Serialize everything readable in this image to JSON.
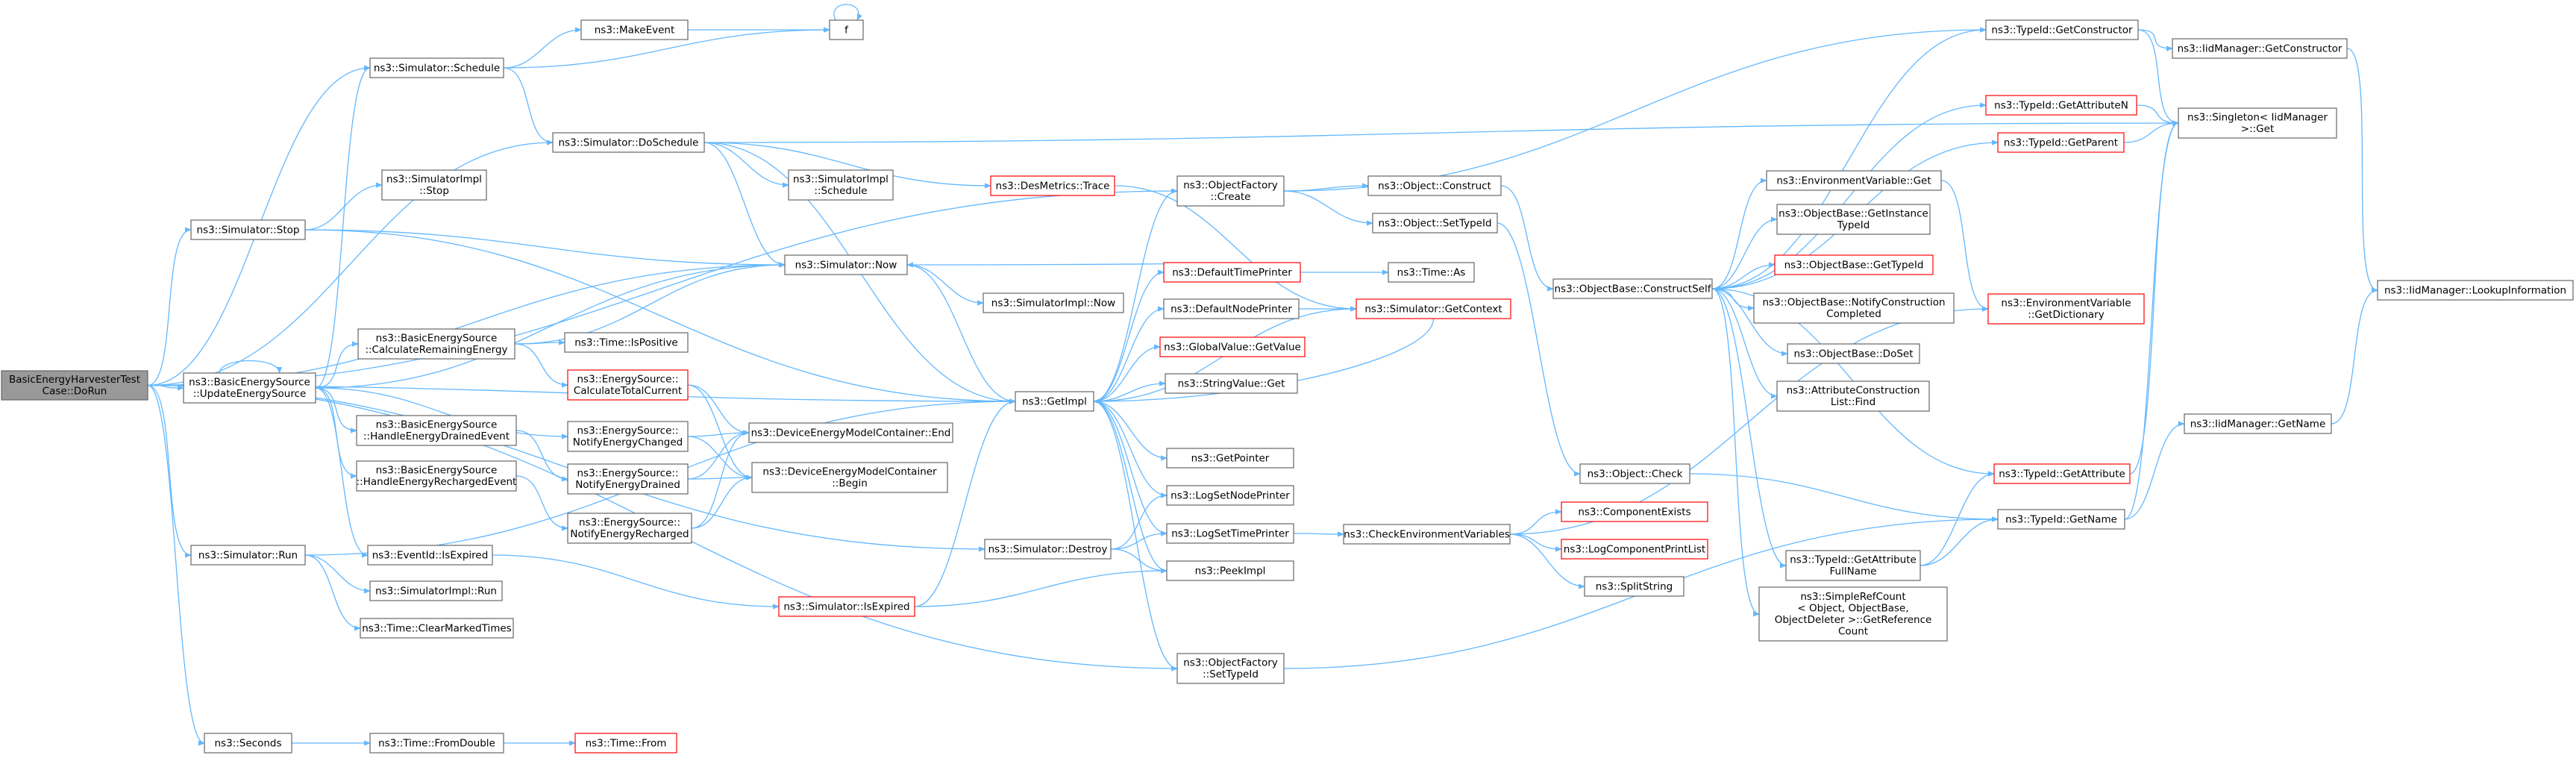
{
  "colors": {
    "edge": "#63b8ff",
    "box_border": "#666666",
    "box_border_red": "#ff0000",
    "box_fill": "#ffffff",
    "root_fill": "#999999",
    "text": "#000000"
  },
  "nodes": [
    {
      "id": "root",
      "lines": [
        "BasicEnergyHarvesterTest",
        "Case::DoRun"
      ],
      "style": "root"
    },
    {
      "id": "sched",
      "lines": [
        "ns3::Simulator::Schedule"
      ]
    },
    {
      "id": "makeevent",
      "lines": [
        "ns3::MakeEvent"
      ]
    },
    {
      "id": "f",
      "lines": [
        "f"
      ]
    },
    {
      "id": "dosched",
      "lines": [
        "ns3::Simulator::DoSchedule"
      ]
    },
    {
      "id": "implstop",
      "lines": [
        "ns3::SimulatorImpl",
        "::Stop"
      ]
    },
    {
      "id": "stop",
      "lines": [
        "ns3::Simulator::Stop"
      ]
    },
    {
      "id": "implsched",
      "lines": [
        "ns3::SimulatorImpl",
        "::Schedule"
      ]
    },
    {
      "id": "desmetrics",
      "lines": [
        "ns3::DesMetrics::Trace"
      ],
      "style": "red"
    },
    {
      "id": "objfactcreate",
      "lines": [
        "ns3::ObjectFactory",
        "::Create"
      ]
    },
    {
      "id": "now",
      "lines": [
        "ns3::Simulator::Now"
      ]
    },
    {
      "id": "implnow",
      "lines": [
        "ns3::SimulatorImpl::Now"
      ]
    },
    {
      "id": "defaulttimeprinter",
      "lines": [
        "ns3::DefaultTimePrinter"
      ],
      "style": "red"
    },
    {
      "id": "timeas",
      "lines": [
        "ns3::Time::As"
      ]
    },
    {
      "id": "defaultnodeprinter",
      "lines": [
        "ns3::DefaultNodePrinter"
      ]
    },
    {
      "id": "getcontext",
      "lines": [
        "ns3::Simulator::GetContext"
      ],
      "style": "red"
    },
    {
      "id": "globalvalue",
      "lines": [
        "ns3::GlobalValue::GetValue"
      ],
      "style": "red"
    },
    {
      "id": "stringvalue",
      "lines": [
        "ns3::StringValue::Get"
      ]
    },
    {
      "id": "getimpl",
      "lines": [
        "ns3::GetImpl"
      ]
    },
    {
      "id": "updatesource",
      "lines": [
        "ns3::BasicEnergySource",
        "::UpdateEnergySource"
      ]
    },
    {
      "id": "calcremaining",
      "lines": [
        "ns3::BasicEnergySource",
        "::CalculateRemainingEnergy"
      ]
    },
    {
      "id": "timeispositive",
      "lines": [
        "ns3::Time::IsPositive"
      ]
    },
    {
      "id": "calctotalcurrent",
      "lines": [
        "ns3::EnergySource::",
        "CalculateTotalCurrent"
      ],
      "style": "red"
    },
    {
      "id": "notifychanged",
      "lines": [
        "ns3::EnergySource::",
        "NotifyEnergyChanged"
      ]
    },
    {
      "id": "handledrained",
      "lines": [
        "ns3::BasicEnergySource",
        "::HandleEnergyDrainedEvent"
      ]
    },
    {
      "id": "notifydrained",
      "lines": [
        "ns3::EnergySource::",
        "NotifyEnergyDrained"
      ]
    },
    {
      "id": "handlerecharged",
      "lines": [
        "ns3::BasicEnergySource",
        "::HandleEnergyRechargedEvent"
      ]
    },
    {
      "id": "notifyrecharged",
      "lines": [
        "ns3::EnergySource::",
        "NotifyEnergyRecharged"
      ]
    },
    {
      "id": "containerend",
      "lines": [
        "ns3::DeviceEnergyModelContainer::End"
      ]
    },
    {
      "id": "containerbegin",
      "lines": [
        "ns3::DeviceEnergyModelContainer",
        "::Begin"
      ]
    },
    {
      "id": "getpointer",
      "lines": [
        "ns3::GetPointer"
      ]
    },
    {
      "id": "logsetnode",
      "lines": [
        "ns3::LogSetNodePrinter"
      ]
    },
    {
      "id": "logsettime",
      "lines": [
        "ns3::LogSetTimePrinter"
      ]
    },
    {
      "id": "peekimpl",
      "lines": [
        "ns3::PeekImpl"
      ]
    },
    {
      "id": "destroy",
      "lines": [
        "ns3::Simulator::Destroy"
      ]
    },
    {
      "id": "eventidexpired",
      "lines": [
        "ns3::EventId::IsExpired"
      ]
    },
    {
      "id": "simisexpired",
      "lines": [
        "ns3::Simulator::IsExpired"
      ],
      "style": "red"
    },
    {
      "id": "run",
      "lines": [
        "ns3::Simulator::Run"
      ]
    },
    {
      "id": "implrun",
      "lines": [
        "ns3::SimulatorImpl::Run"
      ]
    },
    {
      "id": "clearmarked",
      "lines": [
        "ns3::Time::ClearMarkedTimes"
      ]
    },
    {
      "id": "settypeid_factory",
      "lines": [
        "ns3::ObjectFactory",
        "::SetTypeId"
      ]
    },
    {
      "id": "seconds",
      "lines": [
        "ns3::Seconds"
      ]
    },
    {
      "id": "fromdouble",
      "lines": [
        "ns3::Time::FromDouble"
      ]
    },
    {
      "id": "timefrom",
      "lines": [
        "ns3::Time::From"
      ],
      "style": "red"
    },
    {
      "id": "objconstruct",
      "lines": [
        "ns3::Object::Construct"
      ]
    },
    {
      "id": "objsettypeid",
      "lines": [
        "ns3::Object::SetTypeId"
      ]
    },
    {
      "id": "constructself",
      "lines": [
        "ns3::ObjectBase::ConstructSelf"
      ]
    },
    {
      "id": "objcheck",
      "lines": [
        "ns3::Object::Check"
      ]
    },
    {
      "id": "checkenv",
      "lines": [
        "ns3::CheckEnvironmentVariables"
      ]
    },
    {
      "id": "compexists",
      "lines": [
        "ns3::ComponentExists"
      ],
      "style": "red"
    },
    {
      "id": "logcompprint",
      "lines": [
        "ns3::LogComponentPrintList"
      ],
      "style": "red"
    },
    {
      "id": "splitstring",
      "lines": [
        "ns3::SplitString"
      ]
    },
    {
      "id": "envget",
      "lines": [
        "ns3::EnvironmentVariable::Get"
      ]
    },
    {
      "id": "getinstancetypeid",
      "lines": [
        "ns3::ObjectBase::GetInstance",
        "TypeId"
      ]
    },
    {
      "id": "obgettypeid",
      "lines": [
        "ns3::ObjectBase::GetTypeId"
      ],
      "style": "red"
    },
    {
      "id": "notifyconstruction",
      "lines": [
        "ns3::ObjectBase::NotifyConstruction",
        "Completed"
      ]
    },
    {
      "id": "doset",
      "lines": [
        "ns3::ObjectBase::DoSet"
      ]
    },
    {
      "id": "attrlistfind",
      "lines": [
        "ns3::AttributeConstruction",
        "List::Find"
      ]
    },
    {
      "id": "getattrfullname",
      "lines": [
        "ns3::TypeId::GetAttribute",
        "FullName"
      ]
    },
    {
      "id": "simplerefcount",
      "lines": [
        "ns3::SimpleRefCount",
        "< Object, ObjectBase,",
        "ObjectDeleter >::GetReference",
        "Count"
      ]
    },
    {
      "id": "getconstructor",
      "lines": [
        "ns3::TypeId::GetConstructor"
      ]
    },
    {
      "id": "iidgetconstructor",
      "lines": [
        "ns3::IidManager::GetConstructor"
      ]
    },
    {
      "id": "getattributen",
      "lines": [
        "ns3::TypeId::GetAttributeN"
      ],
      "style": "red"
    },
    {
      "id": "getparent",
      "lines": [
        "ns3::TypeId::GetParent"
      ],
      "style": "red"
    },
    {
      "id": "singletonget",
      "lines": [
        "ns3::Singleton< IidManager",
        " >::Get"
      ]
    },
    {
      "id": "envgetdict",
      "lines": [
        "ns3::EnvironmentVariable",
        "::GetDictionary"
      ],
      "style": "red"
    },
    {
      "id": "getattribute",
      "lines": [
        "ns3::TypeId::GetAttribute"
      ],
      "style": "red"
    },
    {
      "id": "typeidgetname",
      "lines": [
        "ns3::TypeId::GetName"
      ]
    },
    {
      "id": "iidgetname",
      "lines": [
        "ns3::IidManager::GetName"
      ]
    },
    {
      "id": "lookupinfo",
      "lines": [
        "ns3::IidManager::LookupInformation"
      ]
    }
  ],
  "edges": [
    [
      "root",
      "sched"
    ],
    [
      "root",
      "dosched"
    ],
    [
      "root",
      "stop"
    ],
    [
      "root",
      "objfactcreate"
    ],
    [
      "root",
      "updatesource"
    ],
    [
      "root",
      "getimpl"
    ],
    [
      "root",
      "run"
    ],
    [
      "root",
      "destroy"
    ],
    [
      "root",
      "settypeid_factory"
    ],
    [
      "root",
      "seconds"
    ],
    [
      "root",
      "now"
    ],
    [
      "sched",
      "makeevent"
    ],
    [
      "sched",
      "f"
    ],
    [
      "sched",
      "dosched"
    ],
    [
      "makeevent",
      "f"
    ],
    [
      "f",
      "f"
    ],
    [
      "dosched",
      "now"
    ],
    [
      "dosched",
      "implsched"
    ],
    [
      "dosched",
      "desmetrics"
    ],
    [
      "dosched",
      "getimpl"
    ],
    [
      "dosched",
      "singletonget"
    ],
    [
      "stop",
      "implstop"
    ],
    [
      "stop",
      "getimpl"
    ],
    [
      "stop",
      "now"
    ],
    [
      "desmetrics",
      "getcontext"
    ],
    [
      "now",
      "implnow"
    ],
    [
      "now",
      "getimpl"
    ],
    [
      "objfactcreate",
      "objconstruct"
    ],
    [
      "objfactcreate",
      "objsettypeid"
    ],
    [
      "objfactcreate",
      "getconstructor"
    ],
    [
      "updatesource",
      "updatesource"
    ],
    [
      "updatesource",
      "sched"
    ],
    [
      "updatesource",
      "now"
    ],
    [
      "updatesource",
      "calcremaining"
    ],
    [
      "updatesource",
      "handledrained"
    ],
    [
      "updatesource",
      "handlerecharged"
    ],
    [
      "updatesource",
      "notifychanged"
    ],
    [
      "updatesource",
      "eventidexpired"
    ],
    [
      "calcremaining",
      "timeispositive"
    ],
    [
      "calcremaining",
      "calctotalcurrent"
    ],
    [
      "calcremaining",
      "now"
    ],
    [
      "calctotalcurrent",
      "containerend"
    ],
    [
      "calctotalcurrent",
      "containerbegin"
    ],
    [
      "notifychanged",
      "containerend"
    ],
    [
      "notifychanged",
      "containerbegin"
    ],
    [
      "handledrained",
      "notifydrained"
    ],
    [
      "notifydrained",
      "containerend"
    ],
    [
      "notifydrained",
      "containerbegin"
    ],
    [
      "handlerecharged",
      "notifyrecharged"
    ],
    [
      "notifyrecharged",
      "containerend"
    ],
    [
      "notifyrecharged",
      "containerbegin"
    ],
    [
      "eventidexpired",
      "simisexpired"
    ],
    [
      "simisexpired",
      "getimpl"
    ],
    [
      "simisexpired",
      "peekimpl"
    ],
    [
      "run",
      "getimpl"
    ],
    [
      "run",
      "implrun"
    ],
    [
      "run",
      "clearmarked"
    ],
    [
      "destroy",
      "logsetnode"
    ],
    [
      "destroy",
      "logsettime"
    ],
    [
      "destroy",
      "peekimpl"
    ],
    [
      "settypeid_factory",
      "typeidgetname"
    ],
    [
      "seconds",
      "fromdouble"
    ],
    [
      "fromdouble",
      "timefrom"
    ],
    [
      "getimpl",
      "objfactcreate"
    ],
    [
      "getimpl",
      "defaulttimeprinter"
    ],
    [
      "getimpl",
      "defaultnodeprinter"
    ],
    [
      "getimpl",
      "globalvalue"
    ],
    [
      "getimpl",
      "stringvalue"
    ],
    [
      "getimpl",
      "getpointer"
    ],
    [
      "getimpl",
      "logsetnode"
    ],
    [
      "getimpl",
      "logsettime"
    ],
    [
      "getimpl",
      "peekimpl"
    ],
    [
      "getimpl",
      "settypeid_factory"
    ],
    [
      "getimpl",
      "getcontext"
    ],
    [
      "defaulttimeprinter",
      "now"
    ],
    [
      "defaulttimeprinter",
      "timeas"
    ],
    [
      "defaultnodeprinter",
      "getcontext"
    ],
    [
      "getcontext",
      "getimpl"
    ],
    [
      "logsettime",
      "checkenv"
    ],
    [
      "checkenv",
      "compexists"
    ],
    [
      "checkenv",
      "logcompprint"
    ],
    [
      "checkenv",
      "splitstring"
    ],
    [
      "checkenv",
      "envgetdict"
    ],
    [
      "objconstruct",
      "constructself"
    ],
    [
      "objsettypeid",
      "objcheck"
    ],
    [
      "objcheck",
      "typeidgetname"
    ],
    [
      "constructself",
      "envget"
    ],
    [
      "constructself",
      "getinstancetypeid"
    ],
    [
      "constructself",
      "obgettypeid"
    ],
    [
      "constructself",
      "notifyconstruction"
    ],
    [
      "constructself",
      "doset"
    ],
    [
      "constructself",
      "attrlistfind"
    ],
    [
      "constructself",
      "getattrfullname"
    ],
    [
      "constructself",
      "simplerefcount"
    ],
    [
      "constructself",
      "getattributen"
    ],
    [
      "constructself",
      "getparent"
    ],
    [
      "constructself",
      "getattribute"
    ],
    [
      "constructself",
      "getconstructor"
    ],
    [
      "envget",
      "envgetdict"
    ],
    [
      "getattrfullname",
      "getattribute"
    ],
    [
      "getattrfullname",
      "typeidgetname"
    ],
    [
      "getconstructor",
      "iidgetconstructor"
    ],
    [
      "getconstructor",
      "singletonget"
    ],
    [
      "iidgetconstructor",
      "lookupinfo"
    ],
    [
      "getattributen",
      "singletonget"
    ],
    [
      "getparent",
      "singletonget"
    ],
    [
      "getattribute",
      "singletonget"
    ],
    [
      "typeidgetname",
      "singletonget"
    ],
    [
      "typeidgetname",
      "iidgetname"
    ],
    [
      "iidgetname",
      "lookupinfo"
    ]
  ]
}
